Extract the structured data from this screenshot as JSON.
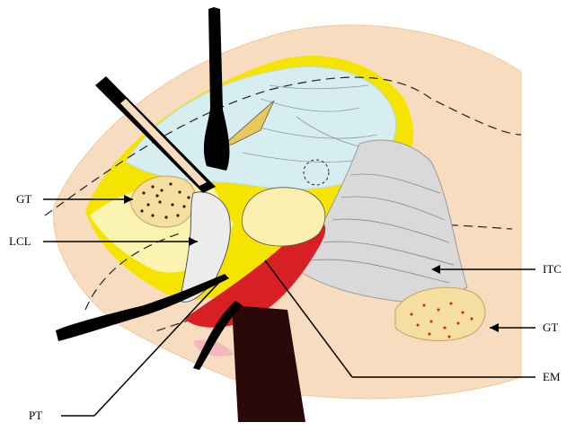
{
  "labels": {
    "gt_left": "GT",
    "lcl": "LCL",
    "pt": "PT",
    "itc": "ITC",
    "gt_right": "GT",
    "em": "EM"
  },
  "colors": {
    "skin": "#f8dcc0",
    "fat": "#f5e300",
    "fascia_light": "#fbf4b0",
    "blue_tissue": "#d6eef0",
    "graft": "#f5dfa0",
    "itc_band": "#d9d9d9",
    "muscle_red": "#d81f24",
    "dark_retractor": "#2a0a08",
    "instrument": "#000000",
    "pink": "#f2b8c0",
    "graft_dots_left": "#3a1a10",
    "graft_dots_right": "#c0281e"
  }
}
